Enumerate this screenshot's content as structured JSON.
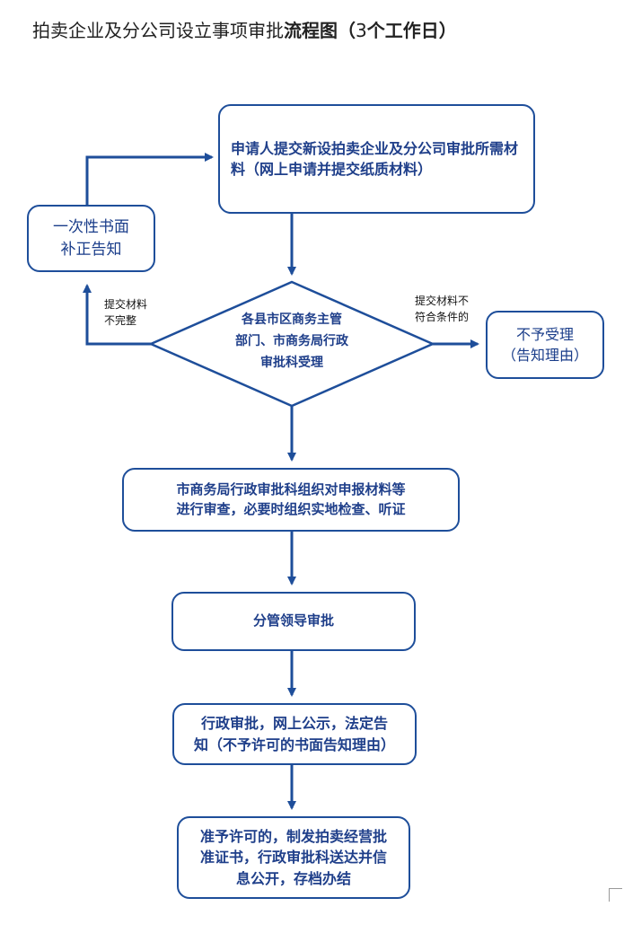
{
  "title": {
    "normal": "拍卖企业及分公司设立事项审批",
    "bold": "流程图（",
    "days": "3",
    "bold_end": "个工作日）"
  },
  "nodes": {
    "submit": "申请人提交新设拍卖企业及分公司审批所需材料（网上申请并提交纸质材料）",
    "correction_line1": "一次性书面",
    "correction_line2": "补正告知",
    "accept_line1": "各县市区商务主管",
    "accept_line2": "部门、市商务局行政",
    "accept_line3": "审批科受理",
    "reject_line1": "不予受理",
    "reject_line2": "（告知理由）",
    "review_line1": "市商务局行政审批科组织对申报材料等",
    "review_line2": "进行审查，必要时组织实地检查、听证",
    "leader": "分管领导审批",
    "publish_line1": "行政审批，网上公示，法定告",
    "publish_line2": "知（不予许可的书面告知理由）",
    "permit_line1": "准予许可的，制发拍卖经营批",
    "permit_line2": "准证书，行政审批科送达并信",
    "permit_line3": "息公开，存档办结"
  },
  "labels": {
    "incomplete_line1": "提交材料",
    "incomplete_line2": "不完整",
    "nonconform_line1": "提交材料不",
    "nonconform_line2": "符合条件的"
  },
  "colors": {
    "line": "#1e4e9a",
    "text": "#1f3f8a"
  }
}
